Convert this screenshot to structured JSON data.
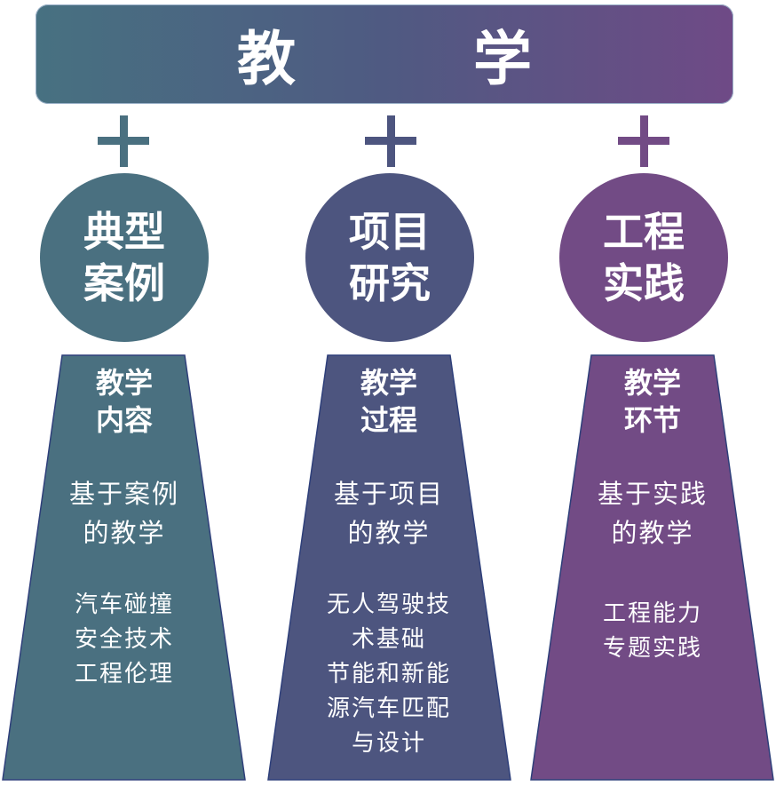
{
  "banner": {
    "chars": [
      "教",
      "学"
    ]
  },
  "colors": {
    "teal": "#4a7080",
    "indigo": "#4d557f",
    "purple": "#724b85",
    "outline": "#2e3f7a"
  },
  "columns": [
    {
      "circle_lines": [
        "典型",
        "案例"
      ],
      "heading_lines": [
        "教学",
        "内容"
      ],
      "sub_lines": [
        "基于案例",
        "的教学"
      ],
      "item_lines": [
        "汽车碰撞",
        "安全技术",
        "工程伦理"
      ]
    },
    {
      "circle_lines": [
        "项目",
        "研究"
      ],
      "heading_lines": [
        "教学",
        "过程"
      ],
      "sub_lines": [
        "基于项目",
        "的教学"
      ],
      "item_lines": [
        "无人驾驶技",
        "术基础",
        "节能和新能",
        "源汽车匹配",
        "与设计"
      ]
    },
    {
      "circle_lines": [
        "工程",
        "实践"
      ],
      "heading_lines": [
        "教学",
        "环节"
      ],
      "sub_lines": [
        "基于实践",
        "的教学"
      ],
      "item_lines": [
        "工程能力",
        "专题实践"
      ]
    }
  ]
}
